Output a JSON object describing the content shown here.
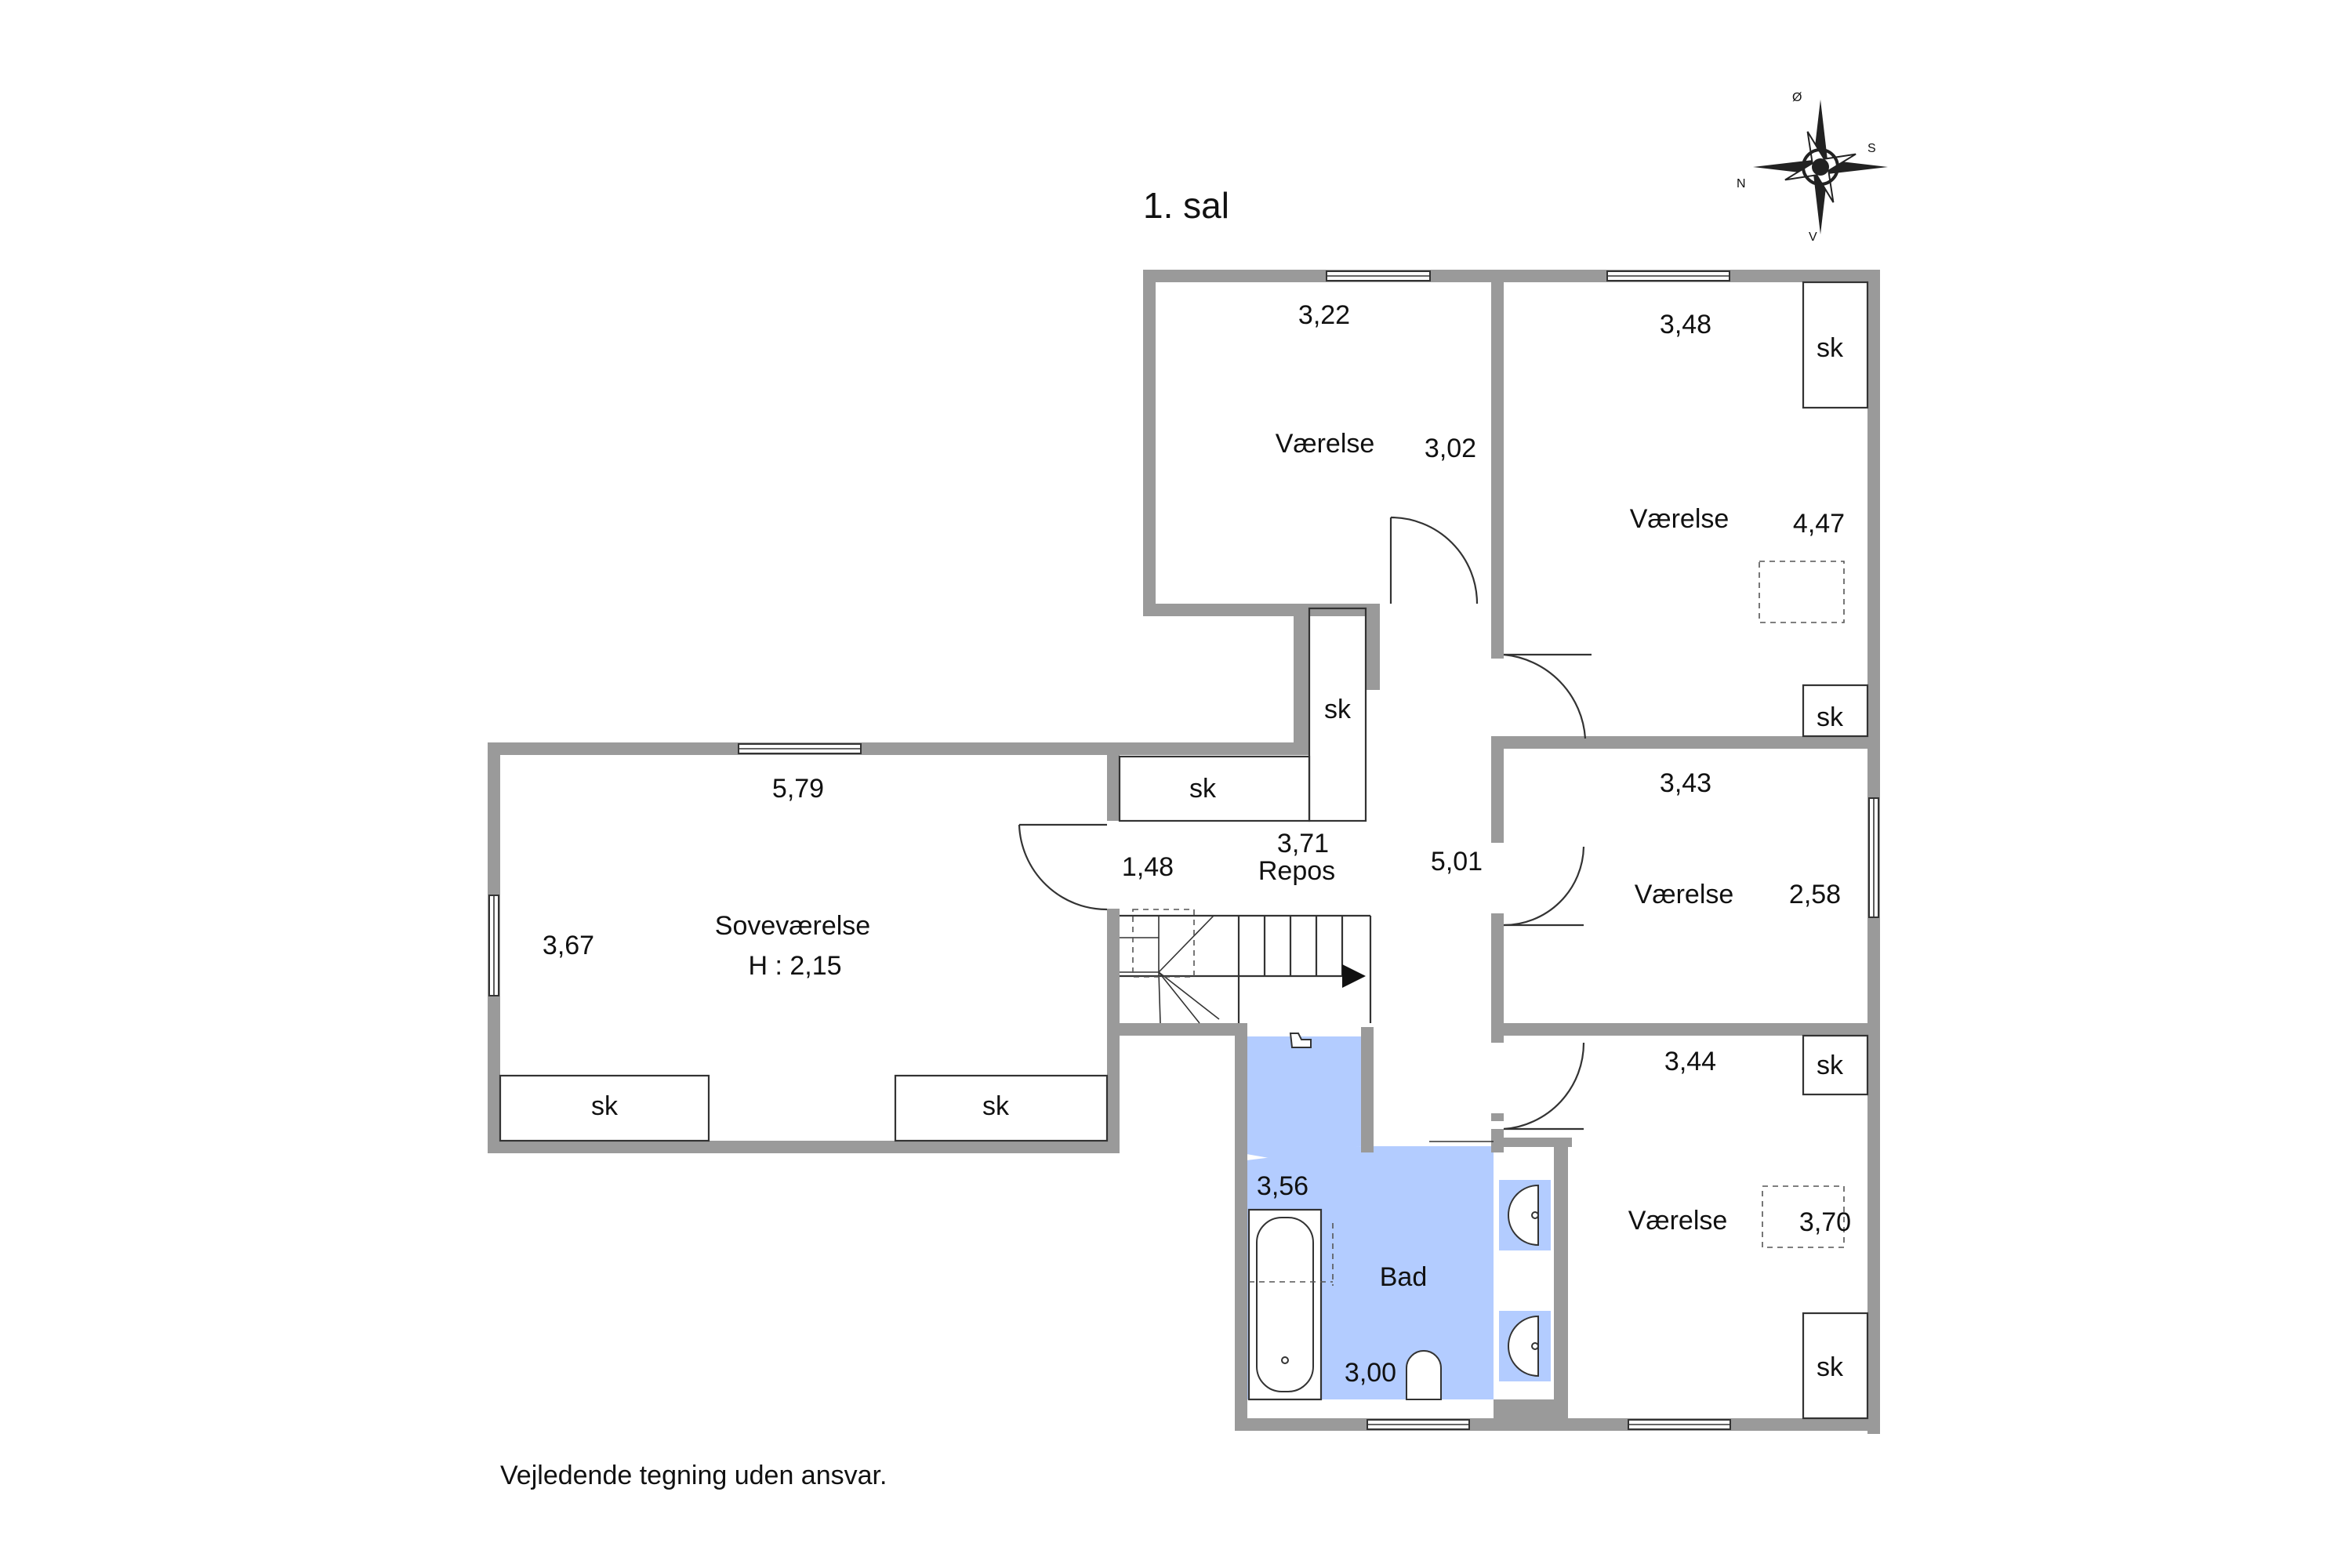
{
  "floor_title": "1. sal",
  "compass": {
    "north": "N",
    "east": "Ø",
    "south": "S",
    "west": "V"
  },
  "rooms": {
    "vaerelse_nw": {
      "name": "Værelse",
      "width": "3,22",
      "depth": "3,02"
    },
    "vaerelse_ne": {
      "name": "Værelse",
      "width": "3,48",
      "depth": "4,47"
    },
    "vaerelse_e": {
      "name": "Værelse",
      "width": "3,43",
      "depth": "2,58"
    },
    "vaerelse_se": {
      "name": "Værelse",
      "width": "3,44",
      "depth": "3,70"
    },
    "sovevaerelse": {
      "name": "Soveværelse",
      "width": "5,79",
      "depth": "3,67",
      "height": "H : 2,15"
    },
    "repos": {
      "name": "Repos",
      "width": "3,71",
      "depth": "5,01",
      "extra": "1,48"
    },
    "bad": {
      "name": "Bad",
      "width": "3,00",
      "depth": "3,56"
    }
  },
  "closet_label": "sk",
  "disclaimer": "Vejledende tegning uden ansvar.",
  "colors": {
    "wall": "#9a9a9a",
    "bathroom": "#b3ccff",
    "line": "#333333"
  }
}
